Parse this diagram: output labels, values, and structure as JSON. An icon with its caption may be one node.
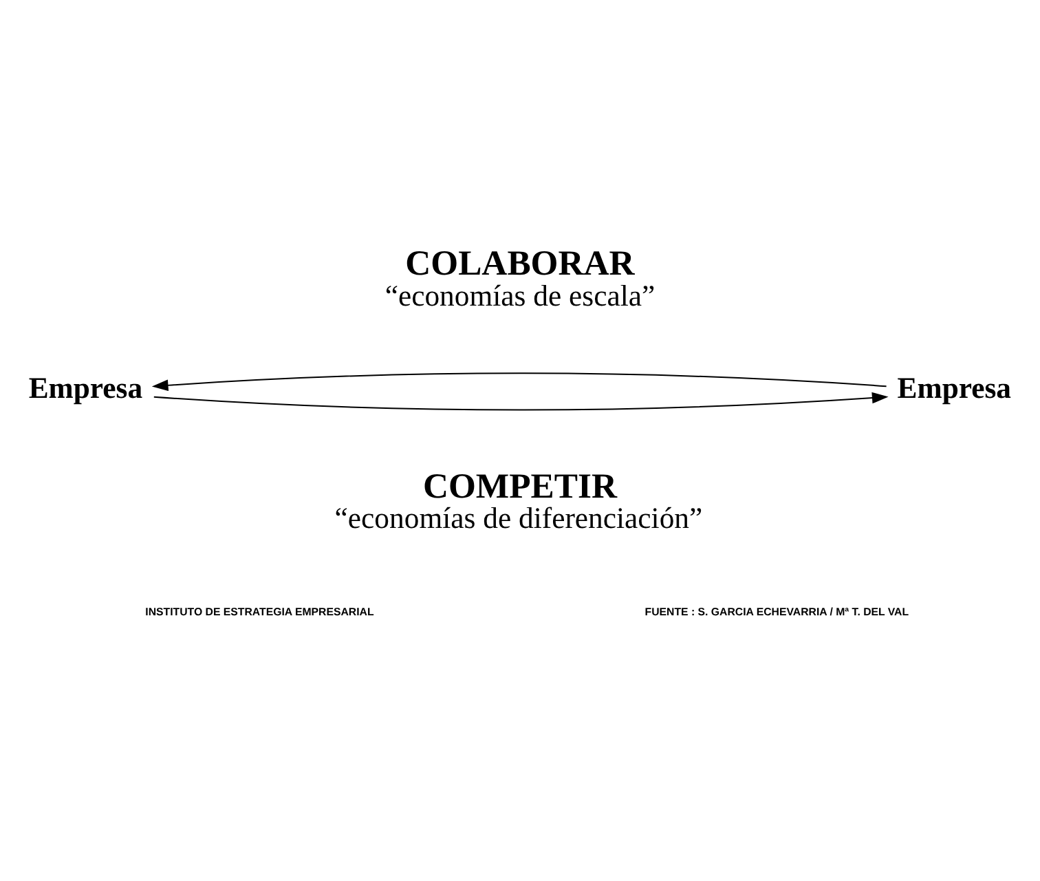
{
  "diagram": {
    "nodes": [
      {
        "text": [
          "Empresa"
        ]
      },
      {
        "text": [
          "Empresa"
        ]
      }
    ],
    "edges": [
      {
        "from": 0,
        "to": 1,
        "arrow": "to"
      },
      {
        "from": 1,
        "to": 0,
        "arrow": "to"
      }
    ],
    "labels": [
      "COLABORAR",
      "“economías de escala”",
      "COMPETIR",
      "“economías de diferenciación”",
      "INSTITUTO DE ESTRATEGIA EMPRESARIAL",
      "FUENTE : S. GARCIA ECHEVARRIA / Mª T. DEL VAL"
    ]
  }
}
